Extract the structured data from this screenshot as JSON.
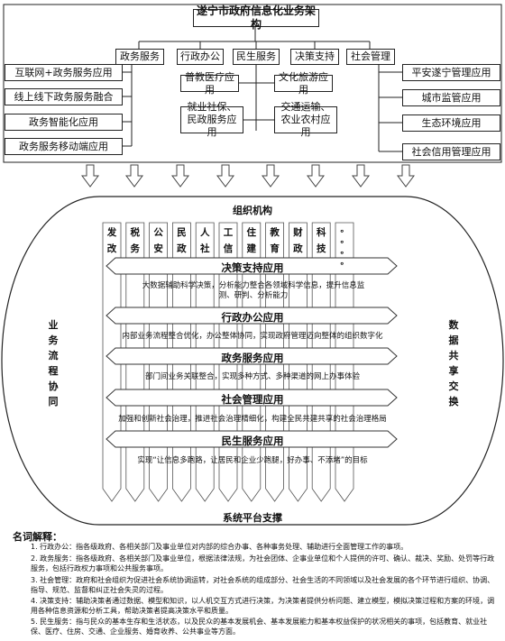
{
  "title": "遂宁市政府信息化业务架构",
  "categories": [
    "政务服务",
    "行政办公",
    "民生服务",
    "决策支持",
    "社会管理"
  ],
  "left_apps": [
    "互联网+政务服务应用",
    "线上线下政务服务融合",
    "政务智能化应用",
    "政务服务移动端应用"
  ],
  "mid_apps": {
    "top_left": "普教医疗应用",
    "top_right": "文化旅游应用",
    "bottom_left": "就业社保、民政服务应用",
    "bottom_right": "交通运输、农业农村应用"
  },
  "right_apps": [
    "平安遂宁管理应用",
    "城市监管应用",
    "生态环境应用",
    "社会信用管理应用"
  ],
  "org_label": "组织机构",
  "departments": [
    "发改",
    "税务",
    "公安",
    "民政",
    "人社",
    "工信",
    "住建",
    "教育",
    "财政",
    "科技",
    "。。。。"
  ],
  "left_side_label": "业务流程协同",
  "right_side_label": "数据共享交换",
  "layers": [
    {
      "name": "决策支持应用",
      "desc": "大数据辅助科学决策，分析能力整合各领域科学信息，提升信息监测、研判、分析能力"
    },
    {
      "name": "行政办公应用",
      "desc": "内部业务流程整合优化，办公整体协同，实现政府管理迈向整体的组织数字化"
    },
    {
      "name": "政务服务应用",
      "desc": "部门间业务关联整合，实现多种方式、多种渠道的网上办事体验"
    },
    {
      "name": "社会管理应用",
      "desc": "加强和创新社会治理，推进社会治理精细化，构建全民共建共享的社会治理格局"
    },
    {
      "name": "民生服务应用",
      "desc": "实现“让信息多跑路，让居民和企业少跑腿，好办事、不添堵”的目标"
    }
  ],
  "platform_label": "系统平台支撑",
  "glossary_title": "名词解释：",
  "glossary": [
    "1. 行政办公：指各级政府、各相关部门及事业单位对内部的综合办事、各种事务处理、辅助进行全面管理工作的事项。",
    "2. 政务服务：指各级政府、各相关部门及事业单位，根据法律法规，为社会团体、企事业单位和个人提供的许可、确认、裁决、奖励、处罚等行政服务，包括行政权力事项和公共服务事项。",
    "3. 社会管理：政府和社会组织为促进社会系统协调运转，对社会系统的组成部分、社会生活的不同领域以及社会发展的各个环节进行组织、协调、指导、规范、监督和纠正社会失灵的过程。",
    "4. 决策支持：辅助决策者通过数据、模型和知识，以人机交互方式进行决策，为决策者提供分析问题、建立模型，模拟决策过程和方案的环境，调用各种信息资源和分析工具，帮助决策者提高决策水平和质量。",
    "5. 民生服务：指与民众的基本生存和生活状态，以及民众的基本发展机会、基本发展能力和基本权益保护的状况相关的事项，包括教育、就业社保、医疗、住房、交通、企业服务、婚育收养、公共事业等方面。"
  ]
}
